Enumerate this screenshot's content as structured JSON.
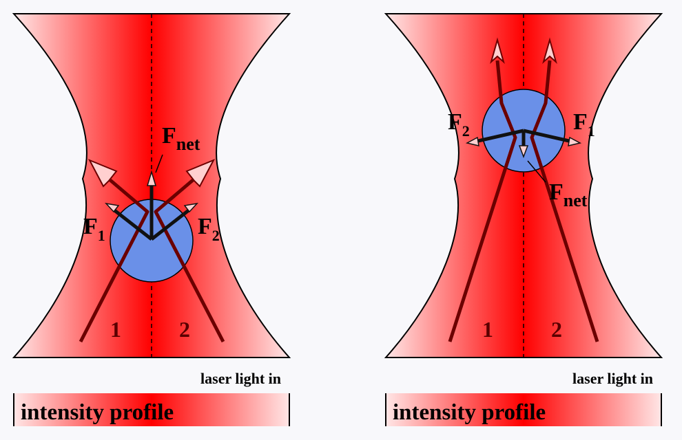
{
  "colors": {
    "background": "#f8f8fb",
    "beam_center": "#ff0000",
    "beam_edge": "#ffe6e6",
    "ray": "#6b0000",
    "bead": "#6a90e8",
    "force": "#111111"
  },
  "panels": [
    {
      "id": "left",
      "ray_labels": [
        "1",
        "2"
      ],
      "force_labels": {
        "f1_main": "F",
        "f1_sub": "1",
        "f2_main": "F",
        "f2_sub": "2",
        "net_main": "F",
        "net_sub": "net"
      },
      "laser_label": "laser light in",
      "profile_label": "intensity profile"
    },
    {
      "id": "right",
      "ray_labels": [
        "1",
        "2"
      ],
      "force_labels": {
        "f1_main": "F",
        "f1_sub": "1",
        "f2_main": "F",
        "f2_sub": "2",
        "net_main": "F",
        "net_sub": "net"
      },
      "laser_label": "laser light in",
      "profile_label": "intensity profile"
    }
  ]
}
